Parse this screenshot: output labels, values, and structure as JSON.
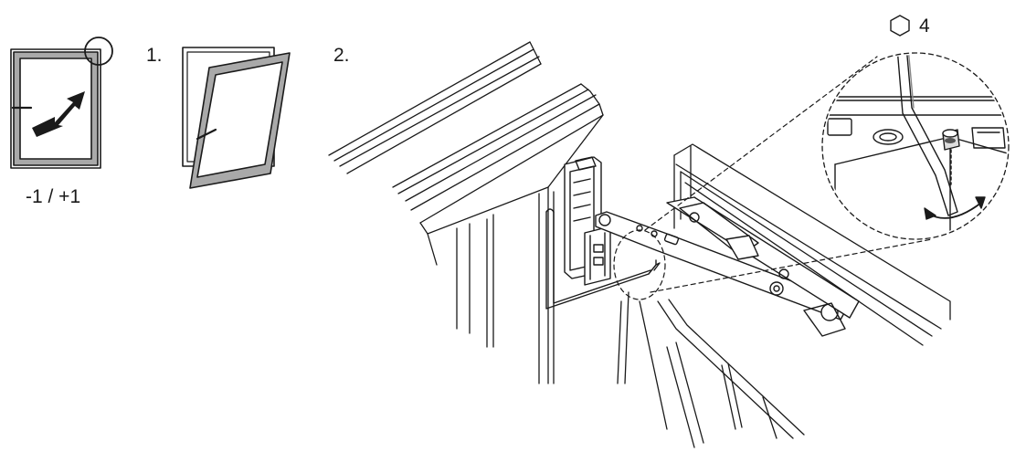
{
  "labels": {
    "adjust_range": "-1 / +1",
    "step_1": "1.",
    "step_2": "2.",
    "hex_key_size": "4"
  },
  "icons": {
    "hex_key": "hexagon-outline-icon",
    "adjust_arrow": "double-diagonal-arrow-icon",
    "rotate_arrow": "curved-double-arrow-icon"
  },
  "colors": {
    "line": "#1a1a1a",
    "frame_fill": "#a9a9a9",
    "background": "#ffffff"
  }
}
